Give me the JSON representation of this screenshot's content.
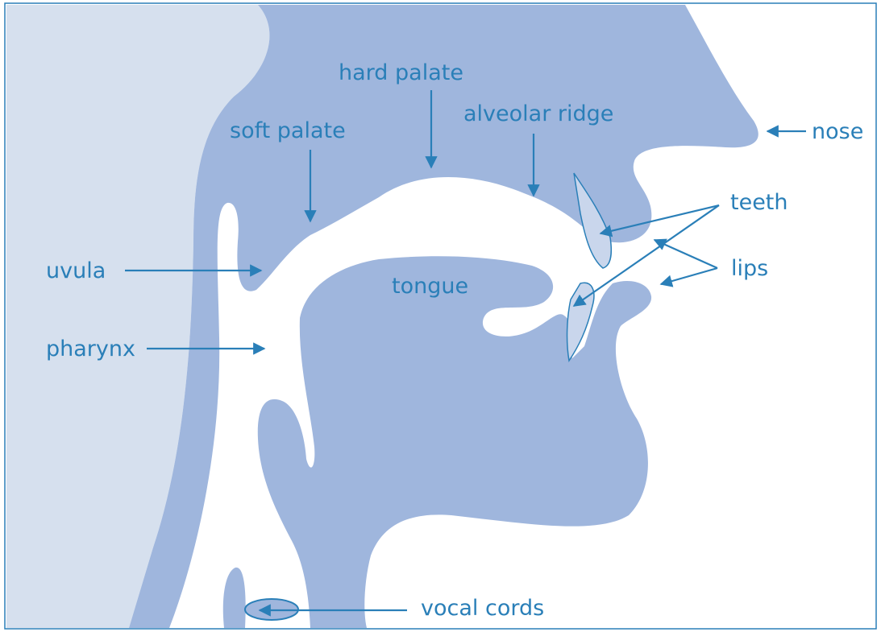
{
  "colors": {
    "background": "#ffffff",
    "back_wall": "#d6e0ee",
    "tissue": "#9fb6dd",
    "tissue_outline": "#2a7fb8",
    "tooth_fill": "#c9d6ec",
    "label": "#2a7fb8"
  },
  "labels": {
    "hard_palate": "hard palate",
    "alveolar_ridge": "alveolar ridge",
    "soft_palate": "soft palate",
    "nose": "nose",
    "teeth": "teeth",
    "lips": "lips",
    "uvula": "uvula",
    "tongue": "tongue",
    "pharynx": "pharynx",
    "vocal_cords": "vocal cords"
  }
}
